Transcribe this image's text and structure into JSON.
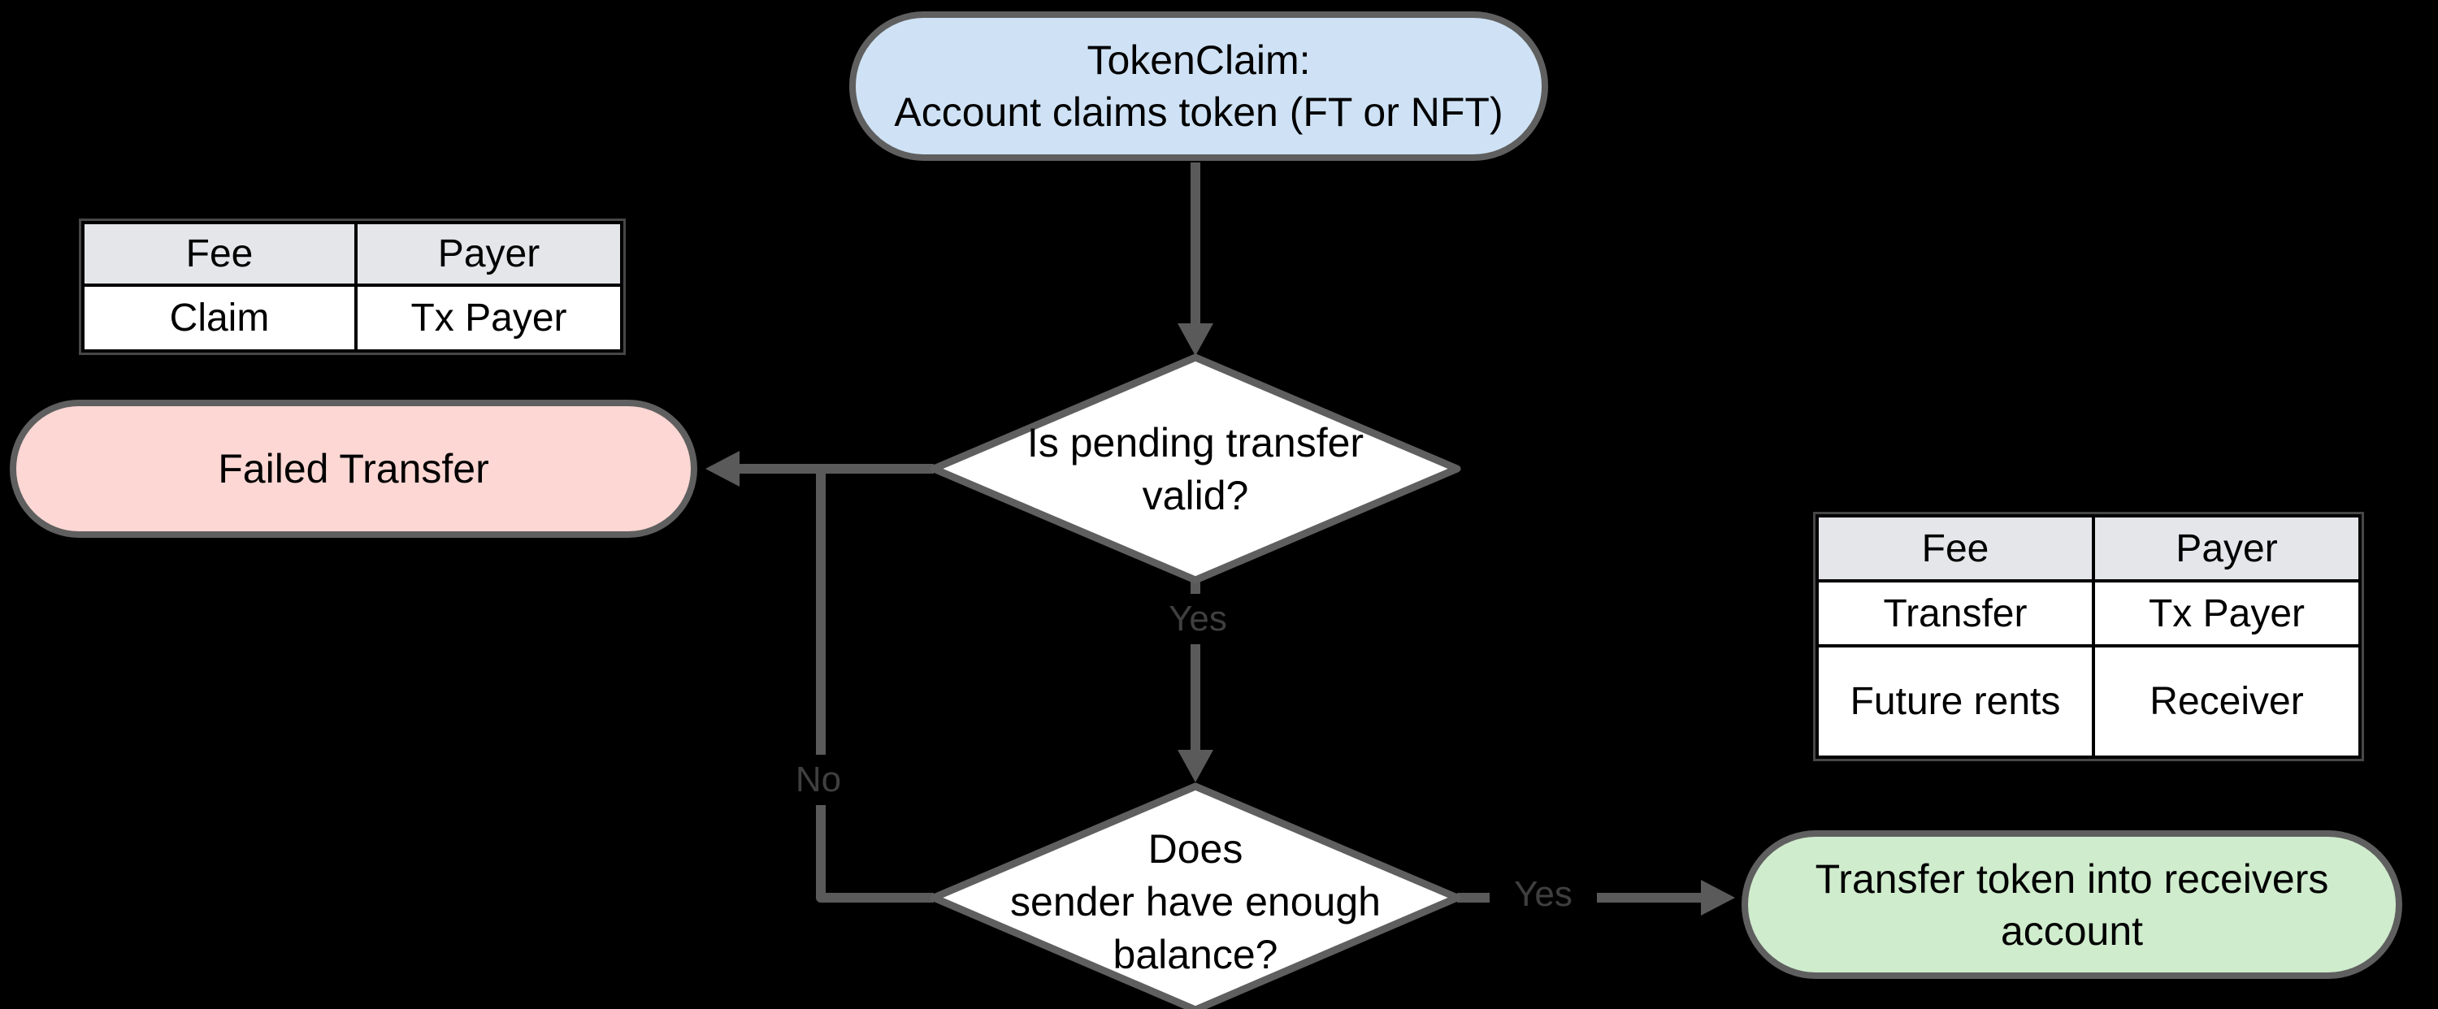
{
  "colors": {
    "background": "#000000",
    "start_node_fill": "#cfe2f5",
    "fail_node_fill": "#fcd7d4",
    "success_node_fill": "#cfeccd",
    "decision_fill": "#ffffff",
    "node_border": "#5f5f5f",
    "edge": "#5a5a5a",
    "edge_label_text": "#3f3f3f",
    "table_header_fill": "#e4e6ea",
    "table_row_fill": "#ffffff",
    "node_text": "#000000"
  },
  "nodes": {
    "start": {
      "label": "TokenClaim:\nAccount claims token (FT or NFT)"
    },
    "decision_valid": {
      "label": "Is pending transfer\nvalid?"
    },
    "decision_balance": {
      "label": "Does\nsender have enough\nbalance?"
    },
    "failed": {
      "label": "Failed Transfer"
    },
    "success": {
      "label": "Transfer token into receivers\naccount"
    }
  },
  "edges": {
    "valid_yes_label": "Yes",
    "balance_no_label": "No",
    "balance_yes_label": "Yes"
  },
  "tables": {
    "claim_fees": {
      "headers": [
        "Fee",
        "Payer"
      ],
      "rows": [
        [
          "Claim",
          "Tx Payer"
        ]
      ]
    },
    "transfer_fees": {
      "headers": [
        "Fee",
        "Payer"
      ],
      "rows": [
        [
          "Transfer",
          "Tx Payer"
        ],
        [
          "Future rents",
          "Receiver"
        ]
      ]
    }
  }
}
